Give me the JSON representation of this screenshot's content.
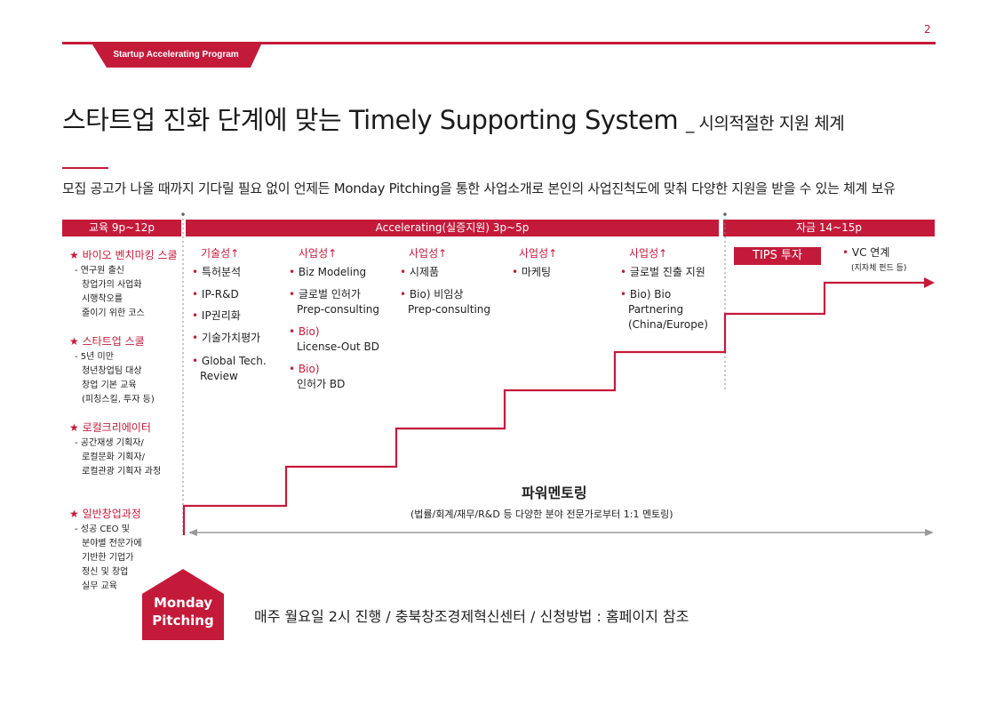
{
  "page_number": "2",
  "tab_label": "Startup Accelerating Program",
  "title": {
    "main": "스타트업 진화 단계에 맞는 Timely Supporting System",
    "sub": "_ 시의적절한 지원 체계"
  },
  "description": "모집 공고가 나올 때까지 기다릴 필요 없이 언제든 Monday Pitching을 통한 사업소개로 본인의 사업진척도에 맞춰 다양한 지원을 받을 수 있는 체계 보유",
  "bands": {
    "education": "교육  9p~12p",
    "accelerating": "Accelerating(실증지원)  3p~5p",
    "funding": "자금  14~15p"
  },
  "education_programs": [
    {
      "title": "★ 바이오 벤치마킹 스쿨",
      "lines": [
        "- 연구원 출신",
        "창업가의 사업화",
        "시행착오를",
        "줄이기 위한 코스"
      ]
    },
    {
      "title": "★ 스타트업 스쿨",
      "lines": [
        "- 5년 미만",
        "청년창업팀 대상",
        "창업 기본 교육",
        "(피칭스킬, 투자 등)"
      ]
    },
    {
      "title": "★ 로컬크리에이터",
      "lines": [
        "- 공간재생 기획자/",
        "로컬문화 기획자/",
        "로컬관광 기획자 과정"
      ]
    },
    {
      "title": "★ 일반창업과정",
      "lines": [
        "- 성공 CEO 및",
        "분야별 전문가에",
        "기반한 기업가",
        "정신 및 창업",
        "실무 교육"
      ]
    }
  ],
  "columns": [
    {
      "title": "기술성↑",
      "items": [
        [
          "특허분석"
        ],
        [
          "IP-R&D"
        ],
        [
          "IP권리화"
        ],
        [
          "기술가치평가"
        ],
        [
          "Global Tech.",
          "Review"
        ]
      ]
    },
    {
      "title": "사업성↑",
      "items": [
        [
          "Biz Modeling"
        ],
        [
          "글로벌 인허가",
          "Prep-consulting"
        ],
        [
          "Bio)",
          "License-Out BD"
        ],
        [
          "Bio)",
          "인허가 BD"
        ]
      ]
    },
    {
      "title": "사업성↑",
      "items": [
        [
          "시제품"
        ],
        [
          "Bio) 비임상",
          "Prep-consulting"
        ]
      ]
    },
    {
      "title": "사업성↑",
      "items": [
        [
          "마케팅"
        ]
      ]
    },
    {
      "title": "사업성↑",
      "items": [
        [
          "글로벌 진출 지원"
        ],
        [
          "Bio) Bio",
          "Partnering",
          "(China/Europe)"
        ]
      ]
    }
  ],
  "tips_label": "TIPS 투자",
  "vc": {
    "label": "VC 연계",
    "sub": "(지자체 펀드 등)"
  },
  "mentoring": {
    "title": "파워멘토링",
    "sub": "(법률/회계/재무/R&D 등 다양한 분야 전문가로부터 1:1 멘토링)"
  },
  "monday_pitching": {
    "line1": "Monday",
    "line2": "Pitching"
  },
  "footer": "매주 월요일 2시 진행  /  충북창조경제혁신센터  /  신청방법 : 홈페이지 참조",
  "colors": {
    "accent": "#c41a3a",
    "text": "#222222"
  }
}
